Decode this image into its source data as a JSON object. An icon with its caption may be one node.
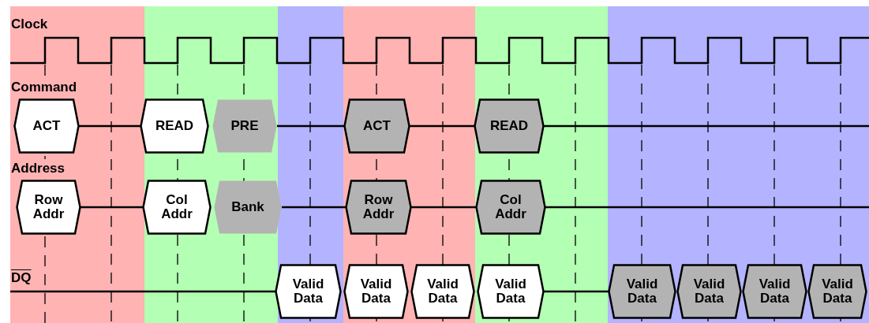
{
  "diagram": {
    "nodes": [
      {
        "text": [
          "ACT"
        ]
      },
      {
        "text": [
          "READ"
        ]
      },
      {
        "text": [
          "PRE"
        ]
      },
      {
        "text": [
          "ACT"
        ]
      },
      {
        "text": [
          "READ"
        ]
      },
      {
        "text": [
          "Row Addr"
        ]
      },
      {
        "text": [
          "Col Addr"
        ]
      },
      {
        "text": [
          "Bank"
        ]
      },
      {
        "text": [
          "Row Addr"
        ]
      },
      {
        "text": [
          "Col Addr"
        ]
      },
      {
        "text": [
          "Valid Data"
        ]
      },
      {
        "text": [
          "Valid Data"
        ]
      },
      {
        "text": [
          "Valid Data"
        ]
      },
      {
        "text": [
          "Valid Data"
        ]
      },
      {
        "text": [
          "Valid Data"
        ]
      },
      {
        "text": [
          "Valid Data"
        ]
      },
      {
        "text": [
          "Valid Data"
        ]
      },
      {
        "text": [
          "Valid Data"
        ]
      }
    ],
    "edges": [
      {
        "from": 0,
        "to": 1,
        "arrow": "none"
      },
      {
        "from": 2,
        "to": 3,
        "arrow": "none"
      },
      {
        "from": 3,
        "to": 4,
        "arrow": "none"
      },
      {
        "from": 4,
        "to": null,
        "arrow": "none"
      },
      {
        "from": 5,
        "to": 6,
        "arrow": "none"
      },
      {
        "from": 7,
        "to": 8,
        "arrow": "none"
      },
      {
        "from": 8,
        "to": 9,
        "arrow": "none"
      },
      {
        "from": 9,
        "to": null,
        "arrow": "none"
      },
      {
        "from": null,
        "to": 10,
        "arrow": "none"
      },
      {
        "from": 13,
        "to": 14,
        "arrow": "none"
      }
    ],
    "labels": [
      "Clock",
      "Command",
      "Address",
      "DQ"
    ]
  }
}
